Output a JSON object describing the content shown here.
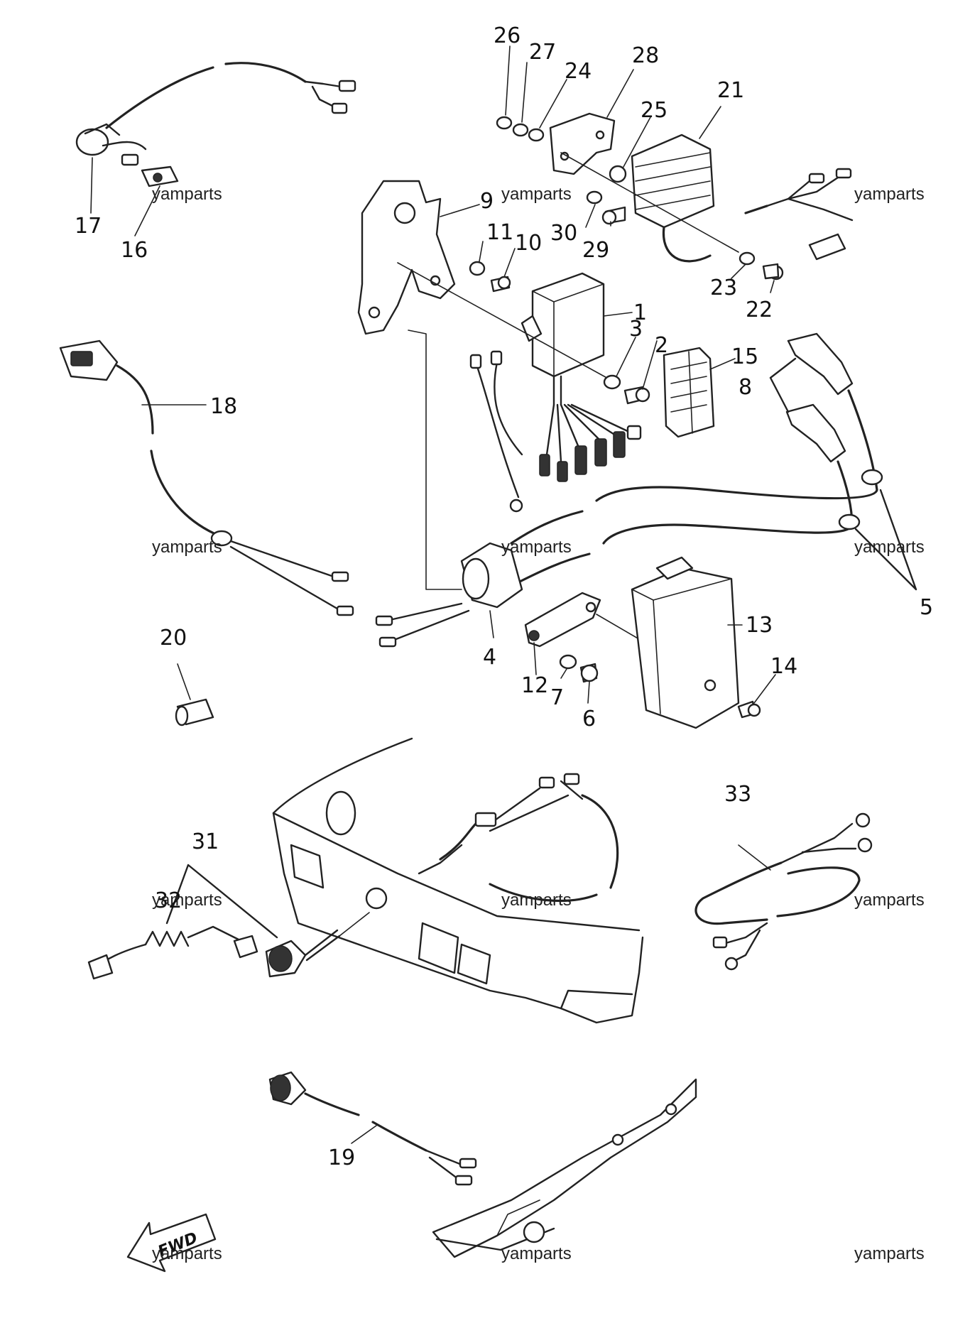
{
  "callouts": {
    "c1": "1",
    "c2": "2",
    "c3": "3",
    "c4": "4",
    "c5": "5",
    "c6": "6",
    "c7": "7",
    "c8": "8",
    "c9": "9",
    "c10": "10",
    "c11": "11",
    "c12": "12",
    "c13": "13",
    "c14": "14",
    "c15": "15",
    "c16": "16",
    "c17": "17",
    "c18": "18",
    "c19": "19",
    "c20": "20",
    "c21": "21",
    "c22": "22",
    "c23": "23",
    "c24": "24",
    "c25": "25",
    "c26": "26",
    "c27": "27",
    "c28": "28",
    "c29": "29",
    "c30": "30",
    "c31": "31",
    "c32": "32",
    "c33": "33"
  },
  "watermark": "yamparts",
  "direction_mark": "FWD"
}
